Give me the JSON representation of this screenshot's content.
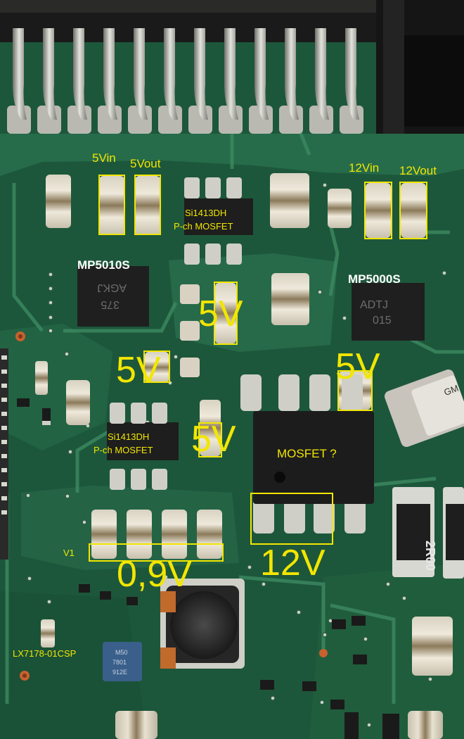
{
  "photo": {
    "annotation_color": "#f2e600",
    "board_color": "#1f5d3f",
    "connector_pin_count": 12,
    "labels": {
      "v5in": "5Vin",
      "v5out": "5Vout",
      "v12in": "12Vin",
      "v12out": "12Vout",
      "mosfet_top_part": "Si1413DH",
      "mosfet_top_type": "P-ch MOSFET",
      "reg_left": "MP5010S",
      "reg_right": "MP5000S",
      "v5_a": "5V",
      "v5_b": "5V",
      "v5_c": "5V",
      "v5_d": "5V",
      "mosfet_bottom_part": "Si1413DH",
      "mosfet_bottom_type": "P-ch MOSFET",
      "mosfet_unknown": "MOSFET ?",
      "v1": "V1",
      "v09": "0,9V",
      "v12": "12V",
      "lx_chip": "LX7178-01CSP"
    },
    "chip_markings": {
      "mp5010s": [
        "375",
        "AGKJ"
      ],
      "mp5000s": [
        "ADTJ",
        "015"
      ],
      "resistor": "2R00",
      "lx7178": [
        "M50",
        "7801",
        "912E"
      ],
      "partial": "GM"
    }
  }
}
